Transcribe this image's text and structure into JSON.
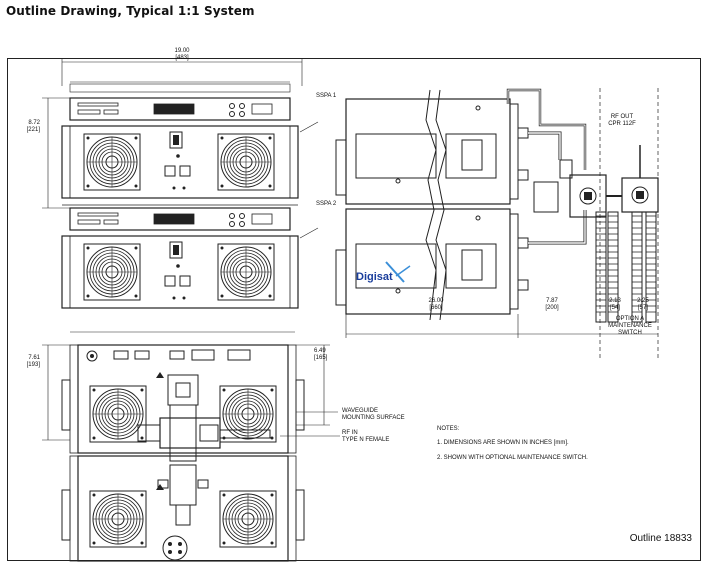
{
  "title": "Outline Drawing, Typical 1:1 System",
  "dims": {
    "width_top": "19.00",
    "width_top_mm": "[483]",
    "height_front": "8.72",
    "height_front_mm": "[221]",
    "height_rear": "7.61",
    "height_rear_mm": "[193]",
    "depth_rear": "6.49",
    "depth_rear_mm": "[165]",
    "depth_main": "26.00",
    "depth_main_mm": "[660]",
    "depth_side": "7.87",
    "depth_side_mm": "[200]",
    "sw1": "2.13",
    "sw1_mm": "[54]",
    "sw2": "2.25",
    "sw2_mm": "[57]"
  },
  "labels": {
    "sspa1": "SSPA 1",
    "sspa2": "SSPA 2",
    "rf_out": "RF OUT",
    "rf_out_type": "CPR 112F",
    "option_a": "OPTION A",
    "maintenance": "MAINTENANCE",
    "switch": "SWITCH",
    "waveguide": "WAVEGUIDE",
    "mounting": "MOUNTING SURFACE",
    "rf_in": "RF IN",
    "rf_in_type": "TYPE N FEMALE",
    "logo": "Digisat"
  },
  "notes": {
    "heading": "NOTES:",
    "n1": "1. DIMENSIONS ARE SHOWN IN INCHES [mm].",
    "n2": "2. SHOWN WITH OPTIONAL MAINTENANCE SWITCH."
  },
  "outline": "Outline 18833",
  "colors": {
    "line": "#222222",
    "logo_blue": "#1a3e9c",
    "logo_accent": "#3b8fd8"
  }
}
